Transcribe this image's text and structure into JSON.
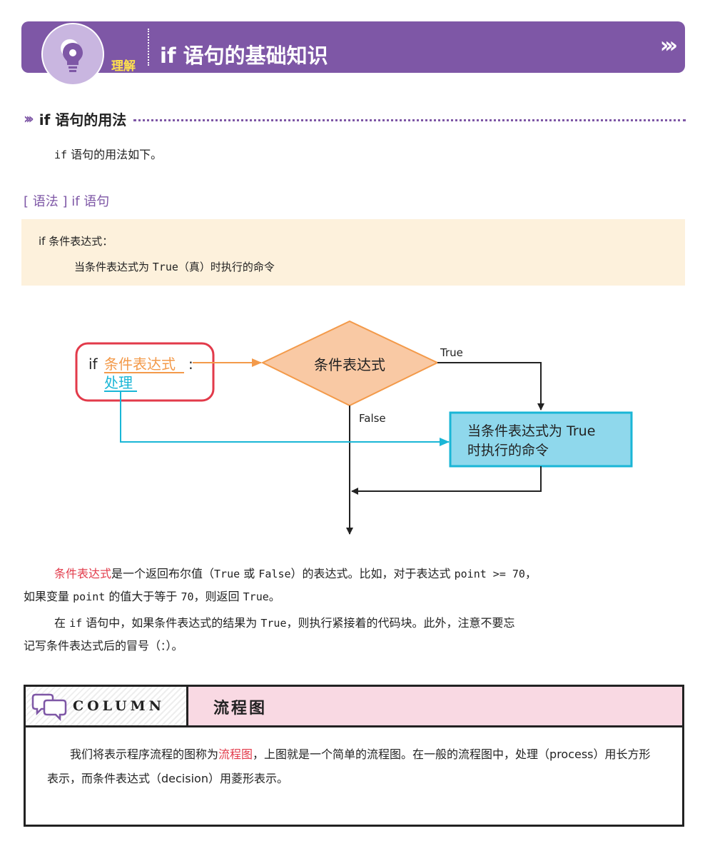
{
  "header": {
    "tag": "理解",
    "title": "if 语句的基础知识",
    "arrows": "»»"
  },
  "section": {
    "arrows": "»»»",
    "title": "if 语句的用法"
  },
  "intro": {
    "code": "if",
    "text": "语句的用法如下。"
  },
  "syntax_label": "[ 语法 ] if 语句",
  "code": {
    "line1": "if 条件表达式：",
    "line2_a": "当条件表达式为",
    "line2_code": "True",
    "line2_b": "（真）时执行的命令"
  },
  "flowchart": {
    "code_if": "if",
    "code_cond": "条件表达式",
    "code_colon": ":",
    "code_process": "处理",
    "diamond": "条件表达式",
    "true_label": "True",
    "false_label": "False",
    "process_line1": "当条件表达式为 True",
    "process_line2": "时执行的命令",
    "colors": {
      "red": "#e23a4a",
      "orange": "#f39a4a",
      "cyan": "#1ab6d6",
      "diamond_fill": "#f9c9a4",
      "process_fill": "#8fd8ec"
    }
  },
  "para1": {
    "a": "条件表达式",
    "b": "是一个返回布尔值（",
    "c": "True",
    "d": "或",
    "e": "False",
    "f": "）的表达式。比如，对于表达式",
    "g": "point >= 70",
    "h": "，",
    "i": "如果变量",
    "j": "point",
    "k": "的值大于等于",
    "l": "70",
    "m": "，则返回",
    "n": "True",
    "o": "。"
  },
  "para2": {
    "a": "在",
    "b": "if",
    "c": "语句中，如果条件表达式的结果为",
    "d": "True",
    "e": "，则执行紧接着的代码块。此外，注意不要忘",
    "f": "记写条件表达式后的冒号（",
    "g": "：",
    "h": "）。"
  },
  "column": {
    "badge": "COLUMN",
    "title": "流程图",
    "text_a": "我们将表示程序流程的图称为",
    "text_red": "流程图",
    "text_b": "，上图就是一个简单的流程图。在一般的流程图中，处理（process）用长方形表示，而条件表达式（decision）用菱形表示。"
  }
}
